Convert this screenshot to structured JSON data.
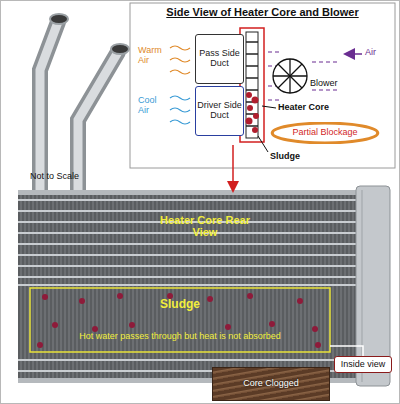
{
  "diagram": {
    "title": "Side View of Heater Core and Blower",
    "nodes": [
      {
        "text": [
          "Pass Side Duct"
        ]
      },
      {
        "text": [
          "Driver Side Duct"
        ]
      },
      {
        "text": [
          "Partial Blockage"
        ]
      },
      {
        "text": [
          "Sludge",
          "Hot water passes through but heat is not absorbed"
        ]
      },
      {
        "text": [
          "Inside view"
        ]
      },
      {
        "text": [
          "Core Clogged"
        ]
      }
    ],
    "edges": [
      {
        "from": 3,
        "to": 4,
        "arrow": "none"
      }
    ],
    "labels": [
      "Warm Air",
      "Cool Air",
      "Blower",
      "Air",
      "Heater Core",
      "Sludge",
      "Not to Scale",
      "Heater Core Rear View"
    ]
  }
}
